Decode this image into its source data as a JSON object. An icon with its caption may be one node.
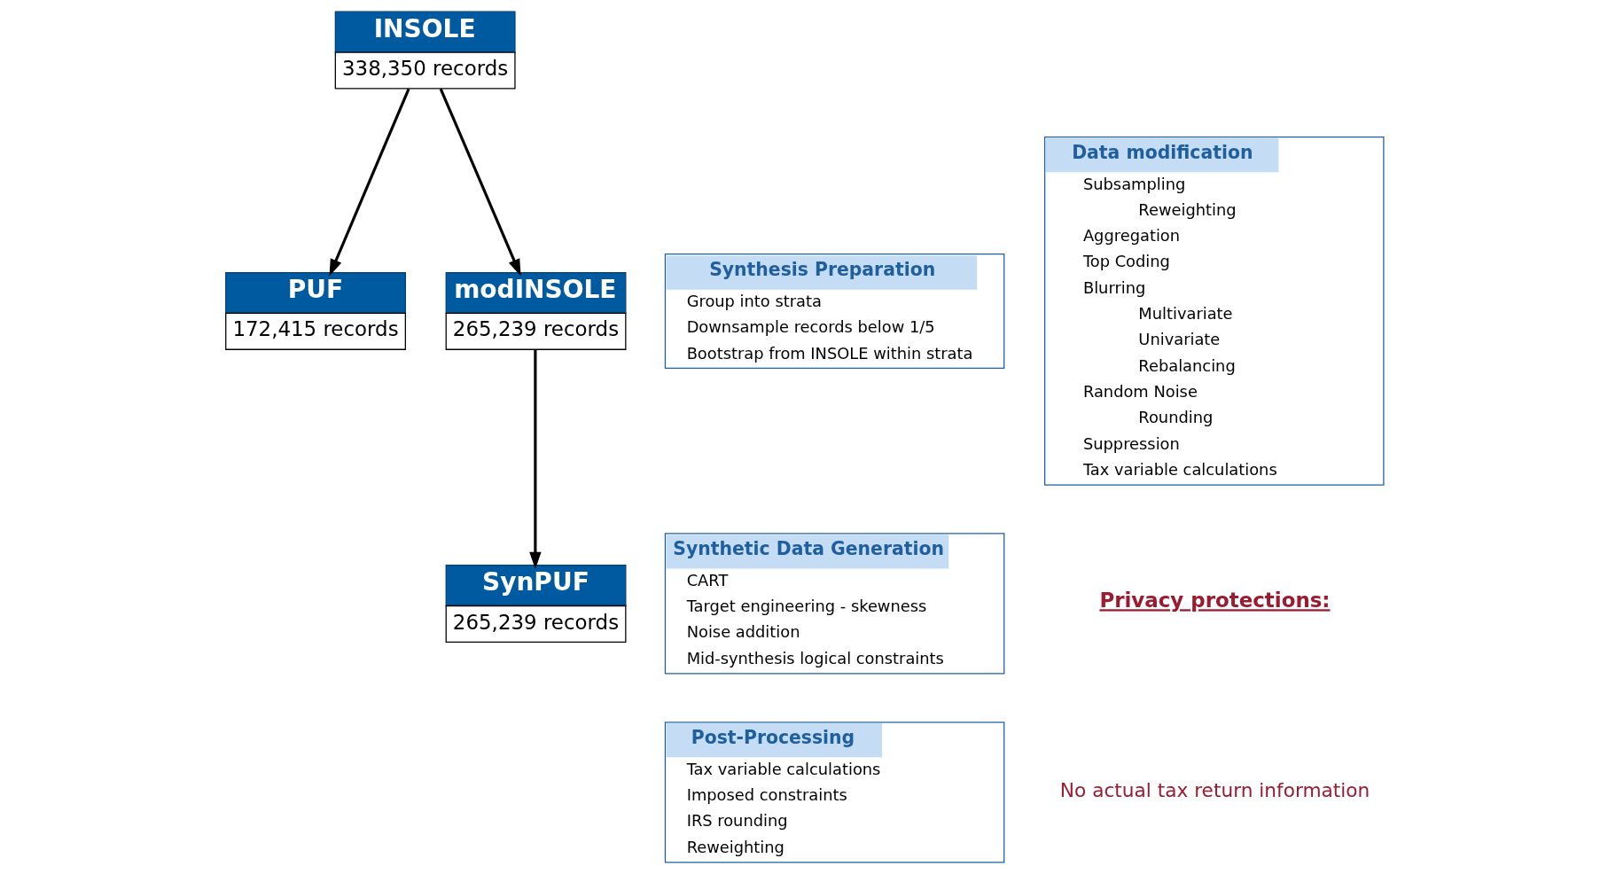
{
  "diagram": {
    "nodes": [
      {
        "text": [
          "INSOLE",
          "338,350 records"
        ]
      },
      {
        "text": [
          "Data modification",
          "Subsampling",
          "Reweighting",
          "Aggregation",
          "Top Coding",
          "Blurring",
          "Multivariate",
          "Univariate",
          "Rebalancing",
          "Random Noise",
          "Rounding",
          "Suppression",
          "Tax variable calculations"
        ]
      },
      {
        "text": [
          "PUF",
          "172,415 records"
        ]
      },
      {
        "text": [
          "modINSOLE",
          "265,239 records"
        ]
      },
      {
        "text": [
          "Synthesis Preparation",
          "Group into strata",
          "Downsample records below 1/5",
          "Bootstrap from INSOLE within strata"
        ]
      },
      {
        "text": [
          "SynPUF",
          "265,239 records"
        ]
      },
      {
        "text": [
          "Synthetic Data Generation",
          "CART",
          "Target engineering - skewness",
          "Noise addition",
          "Mid-synthesis logical constraints"
        ]
      },
      {
        "text": [
          "Post-Processing",
          "Tax variable calculations",
          "Imposed constraints",
          "IRS rounding",
          "Reweighting"
        ]
      }
    ],
    "edges": [
      {
        "from": 0,
        "to": 2,
        "arrow": "to"
      },
      {
        "from": 0,
        "to": 3,
        "arrow": "to"
      },
      {
        "from": 3,
        "to": 5,
        "arrow": "to"
      }
    ],
    "labels": [
      "Privacy protections:",
      "No actual tax return information"
    ]
  }
}
